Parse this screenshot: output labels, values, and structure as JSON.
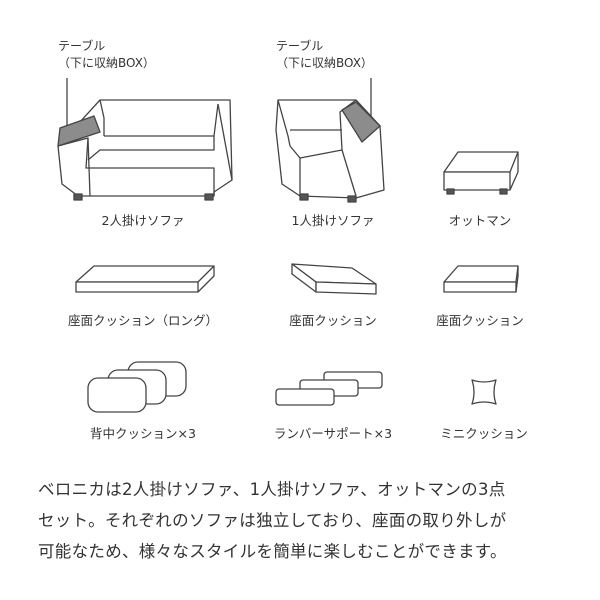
{
  "annotations": {
    "table_note_left": [
      "テーブル",
      "（下に収納BOX）"
    ],
    "table_note_right": [
      "テーブル",
      "（下に収納BOX）"
    ]
  },
  "items": [
    {
      "label": "2人掛けソファ"
    },
    {
      "label": "1人掛けソファ"
    },
    {
      "label": "オットマン"
    },
    {
      "label": "座面クッション（ロング）"
    },
    {
      "label": "座面クッション"
    },
    {
      "label": "座面クッション"
    },
    {
      "label": "背中クッション×3"
    },
    {
      "label": "ランバーサポート×3"
    },
    {
      "label": "ミニクッション"
    }
  ],
  "description": [
    "ベロニカは2人掛けソファ、1人掛けソファ、オットマンの3点",
    "セット。それぞれのソファは独立しており、座面の取り外しが",
    "可能なため、様々なスタイルを簡単に楽しむことができます。"
  ]
}
